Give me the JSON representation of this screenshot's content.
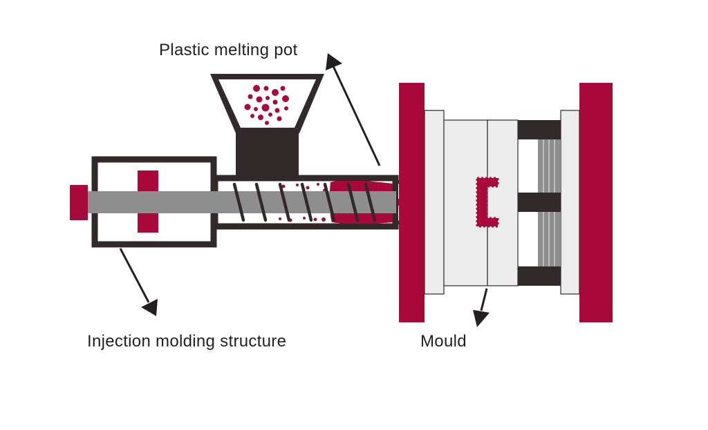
{
  "labels": {
    "melting_pot": "Plastic melting pot",
    "injection_structure": "Injection molding structure",
    "mould": "Mould"
  },
  "colors": {
    "dark": "#322a2a",
    "red": "#a8093a",
    "gray": "#8e8e8e",
    "light": "#ececec",
    "text": "#231f20"
  }
}
